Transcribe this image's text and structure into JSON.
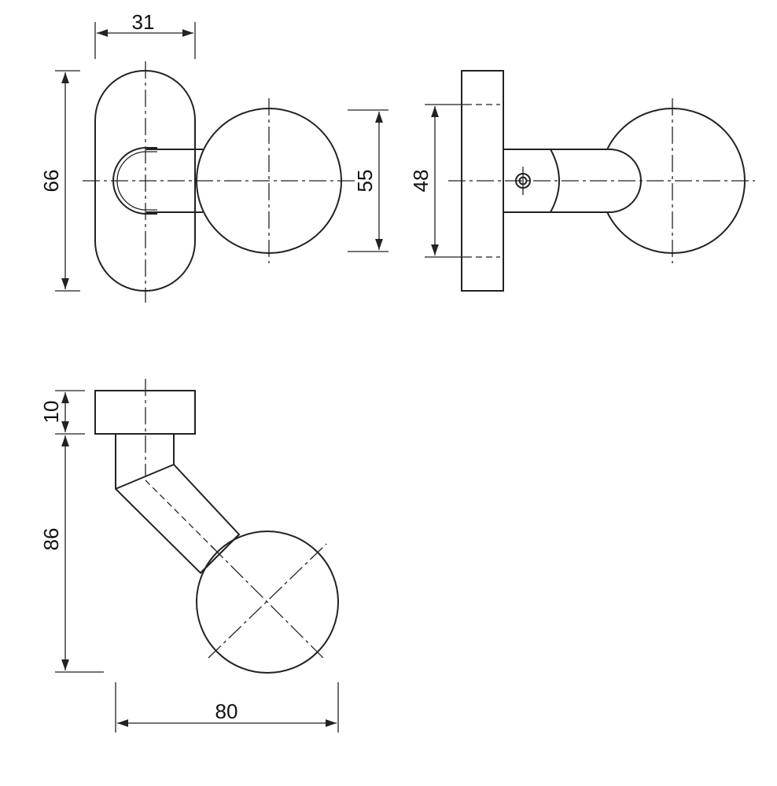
{
  "colors": {
    "line": "#222222",
    "background": "#ffffff"
  },
  "dimensions": {
    "front_view_width": "31",
    "front_view_height": "66",
    "knob_diameter": "55",
    "side_view_rosette": "48",
    "plan_rosette_thickness": "10",
    "plan_height": "86",
    "plan_projection": "80"
  }
}
